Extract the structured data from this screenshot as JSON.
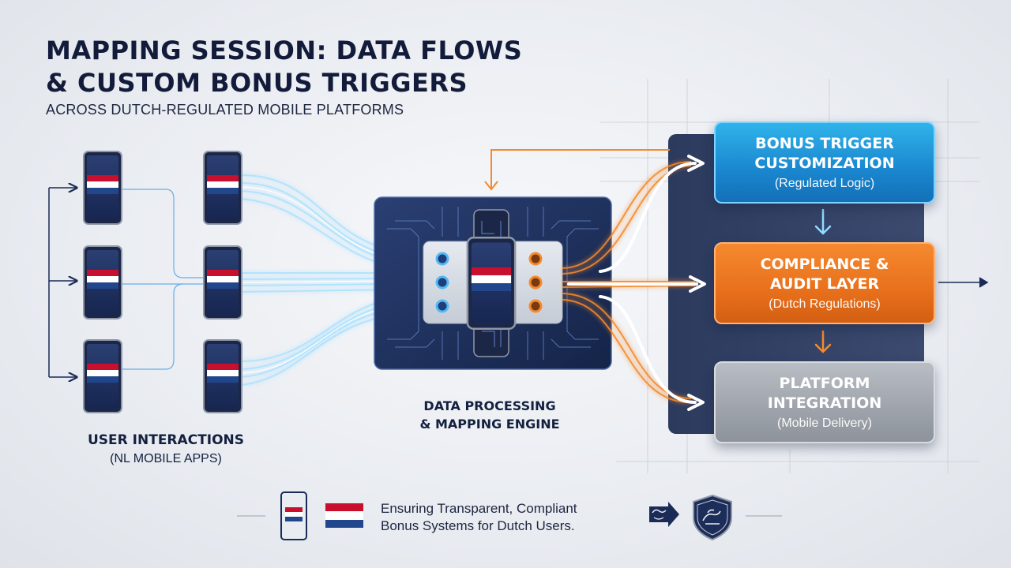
{
  "header": {
    "title_line1": "MAPPING SESSION: DATA FLOWS",
    "title_line2": "& CUSTOM BONUS TRIGGERS",
    "subtitle": "ACROSS DUTCH-REGULATED MOBILE PLATFORMS"
  },
  "users": {
    "label_line1": "USER INTERACTIONS",
    "label_line2": "(NL MOBILE APPS)",
    "device_icon": "smartphone-icon",
    "flag_icon": "netherlands-flag-icon"
  },
  "engine": {
    "label_line1": "DATA PROCESSING",
    "label_line2": "& MAPPING ENGINE"
  },
  "boxes": {
    "bonus": {
      "title_line1": "BONUS TRIGGER",
      "title_line2": "CUSTOMIZATION",
      "subtitle": "(Regulated Logic)"
    },
    "compliance": {
      "title_line1": "COMPLIANCE &",
      "title_line2": "AUDIT LAYER",
      "subtitle": "(Dutch Regulations)"
    },
    "platform": {
      "title_line1": "PLATFORM",
      "title_line2": "INTEGRATION",
      "subtitle": "(Mobile Delivery)"
    }
  },
  "footer": {
    "line1": "Ensuring Transparent, Compliant",
    "line2": "Bonus Systems for Dutch Users.",
    "icons": [
      "smartphone-icon",
      "netherlands-flag-icon",
      "lion-arrow-icon",
      "shield-crest-icon"
    ]
  },
  "colors": {
    "navy": "#1a2b57",
    "flow_blue": "#9fdcff",
    "flow_orange": "#f58a2c",
    "bonus_blue": "#1a86cf",
    "compliance_orange": "#e8701c",
    "platform_gray": "#9ea3ab",
    "flag_red": "#c8102e",
    "flag_blue": "#21468b"
  }
}
